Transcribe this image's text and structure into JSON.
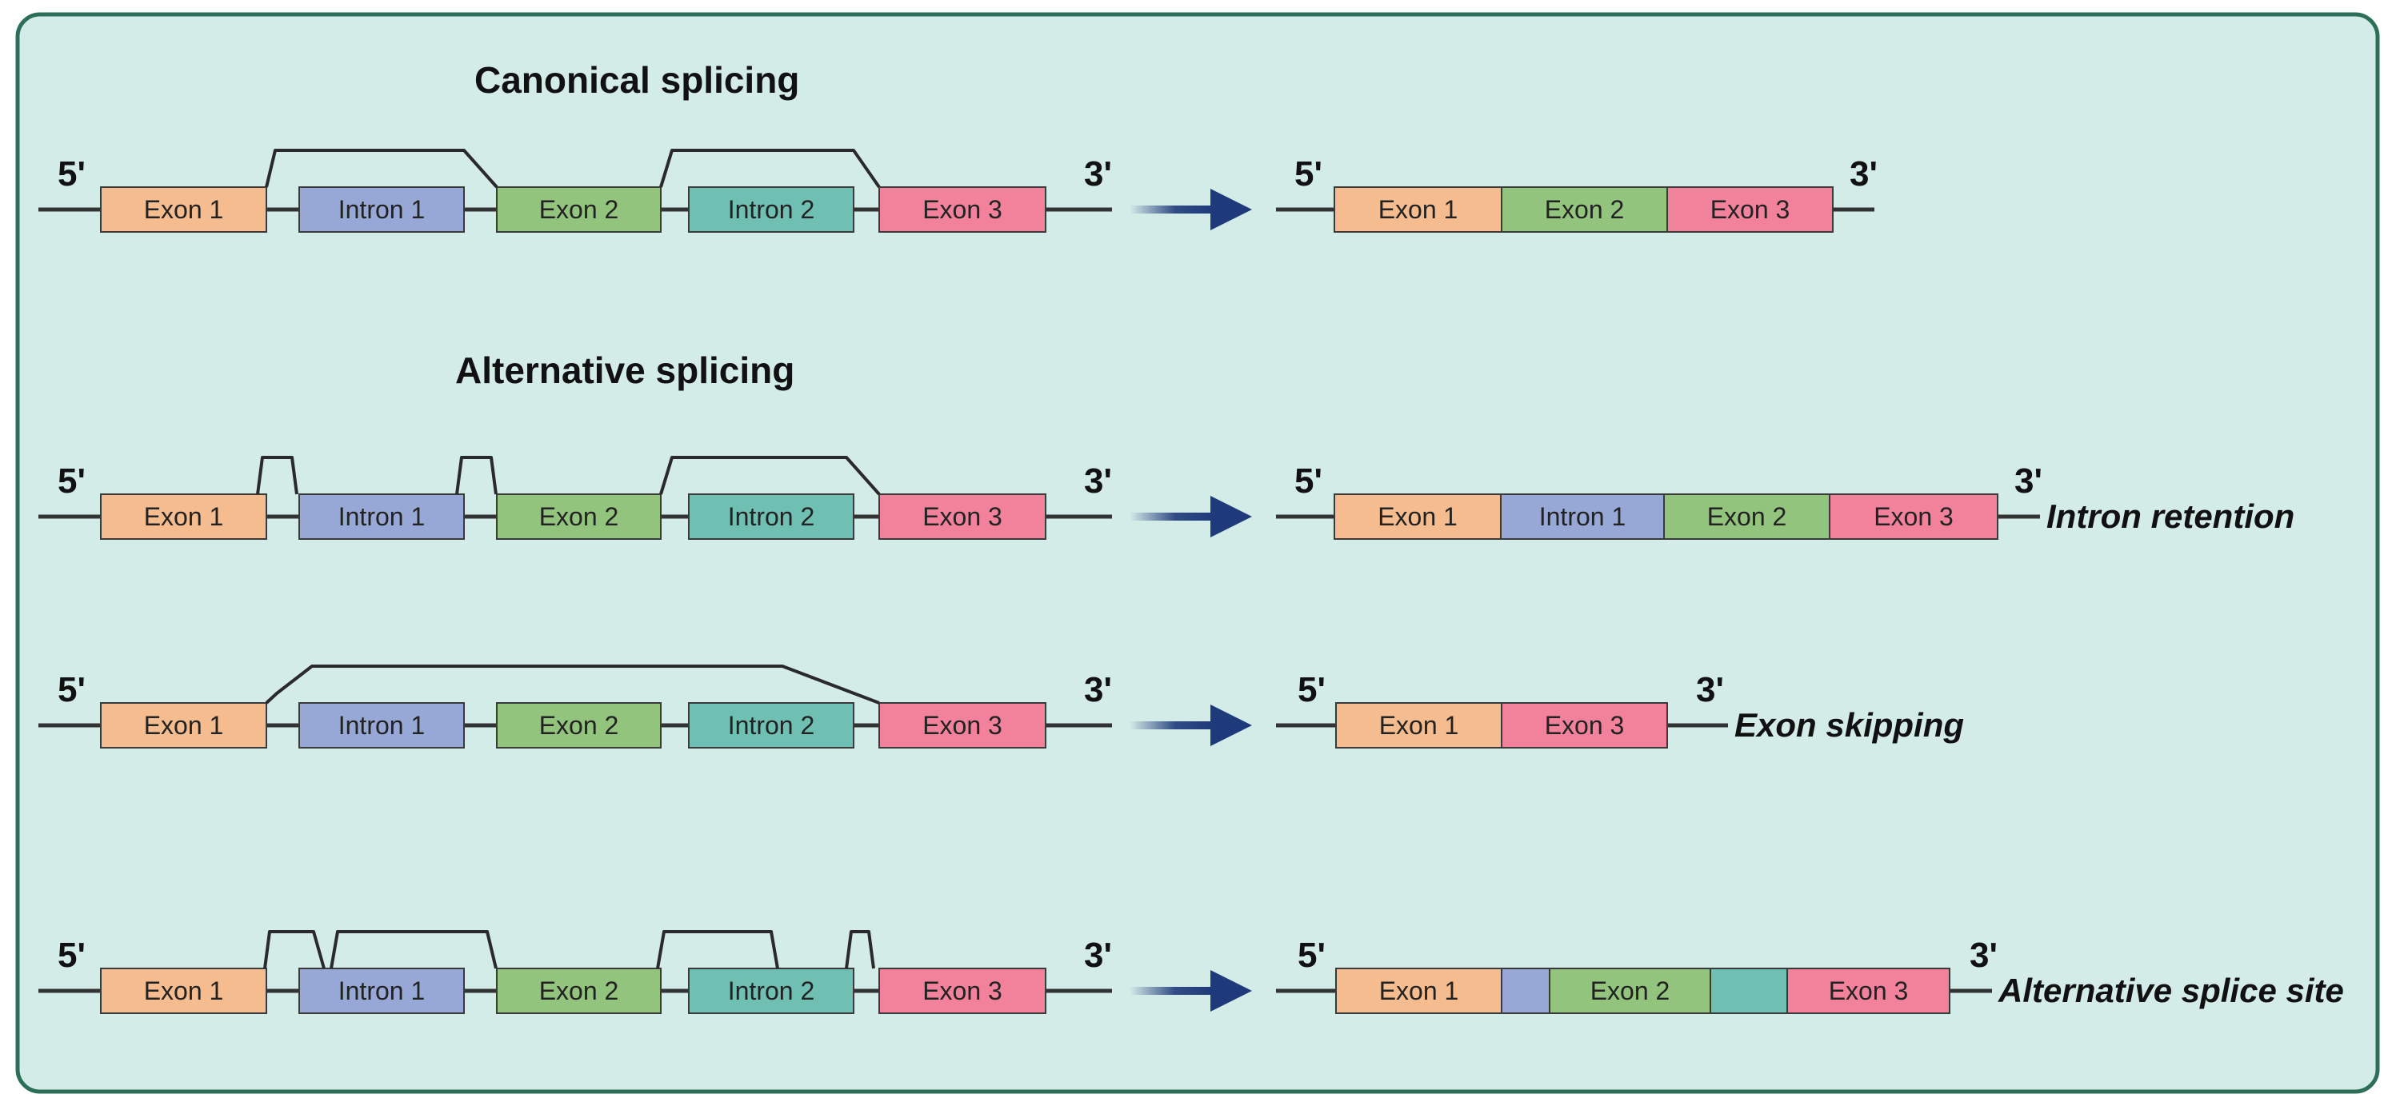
{
  "colors": {
    "background": "#d4ece8",
    "border": "#2c6e58",
    "exon1": "#f5bd8f",
    "intron1": "#97a8d6",
    "exon2": "#93c47d",
    "intron2": "#6fbfb3",
    "exon3": "#f2829b",
    "arrow": "#1f3a7a",
    "line": "#333333"
  },
  "labels": {
    "five_prime": "5'",
    "three_prime": "3'"
  },
  "sections": {
    "canonical_title": "Canonical splicing",
    "alternative_title": "Alternative splicing"
  },
  "blocks": {
    "exon1": "Exon 1",
    "intron1": "Intron 1",
    "exon2": "Exon 2",
    "intron2": "Intron 2",
    "exon3": "Exon 3"
  },
  "outcomes": {
    "intron_retention": "Intron retention",
    "exon_skipping": "Exon skipping",
    "alternative_splice_site": "Alternative splice site"
  },
  "rows": [
    {
      "id": "canonical",
      "pre_mrna": [
        "exon1",
        "intron1",
        "exon2",
        "intron2",
        "exon3"
      ],
      "mature_mrna": [
        "exon1",
        "exon2",
        "exon3"
      ],
      "outcome": null
    },
    {
      "id": "intron-retention",
      "pre_mrna": [
        "exon1",
        "intron1",
        "exon2",
        "intron2",
        "exon3"
      ],
      "mature_mrna": [
        "exon1",
        "intron1",
        "exon2",
        "exon3"
      ],
      "outcome": "intron_retention"
    },
    {
      "id": "exon-skipping",
      "pre_mrna": [
        "exon1",
        "intron1",
        "exon2",
        "intron2",
        "exon3"
      ],
      "mature_mrna": [
        "exon1",
        "exon3"
      ],
      "outcome": "exon_skipping"
    },
    {
      "id": "alternative-splice-site",
      "pre_mrna": [
        "exon1",
        "intron1",
        "exon2",
        "intron2",
        "exon3"
      ],
      "mature_mrna": [
        "exon1",
        "intron1-fragment",
        "exon2",
        "intron2-fragment",
        "exon3"
      ],
      "outcome": "alternative_splice_site"
    }
  ]
}
